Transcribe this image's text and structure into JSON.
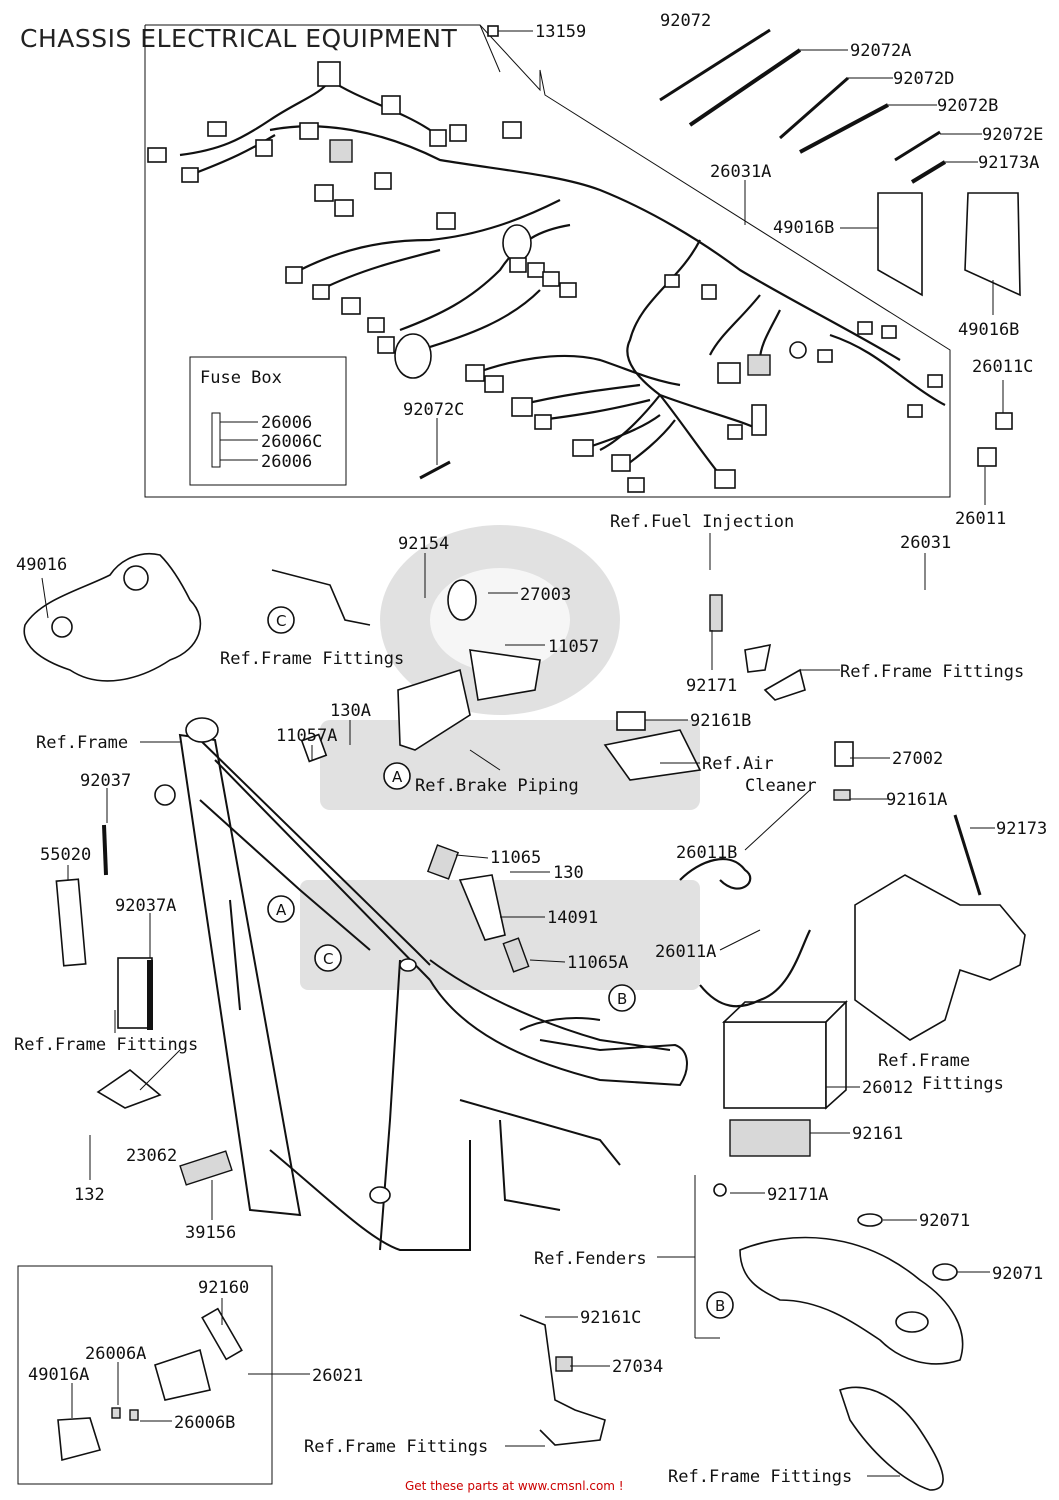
{
  "title": "CHASSIS ELECTRICAL EQUIPMENT",
  "footer": "Get these parts at www.cmsnl.com !",
  "fuse_box": {
    "heading": "Fuse Box",
    "items": [
      "26006",
      "26006C",
      "26006"
    ]
  },
  "circle_refs": [
    "A",
    "A",
    "B",
    "B",
    "C",
    "C"
  ],
  "labels": {
    "l13159": "13159",
    "l92072": "92072",
    "l92072A": "92072A",
    "l92072D": "92072D",
    "l92072B": "92072B",
    "l92072E": "92072E",
    "l92173A": "92173A",
    "l26031A": "26031A",
    "l49016B_1": "49016B",
    "l49016B_2": "49016B",
    "l26011C": "26011C",
    "l26011": "26011",
    "l92072C": "92072C",
    "l49016": "49016",
    "l92154": "92154",
    "l27003": "27003",
    "l11057": "11057",
    "lRefFuel": "Ref.Fuel Injection",
    "l26031": "26031",
    "lRefFrameFit1": "Ref.Frame Fittings",
    "l92171": "92171",
    "lRefFrameFit2": "Ref.Frame Fittings",
    "l130A": "130A",
    "l11057A": "11057A",
    "lRefFrame": "Ref.Frame",
    "l92161B": "92161B",
    "lRefAir1": "Ref.Air",
    "lRefAir2": "Cleaner",
    "l27002": "27002",
    "lRefBrake": "Ref.Brake Piping",
    "l92037": "92037",
    "l92161A": "92161A",
    "l92173": "92173",
    "l55020": "55020",
    "l11065": "11065",
    "l26011B": "26011B",
    "l130": "130",
    "l92037A": "92037A",
    "l14091": "14091",
    "l26011A": "26011A",
    "l11065A": "11065A",
    "lRefFrameFit3": "Ref.Frame Fittings",
    "lRefFrameFit4a": "Ref.Frame",
    "lRefFrameFit4b": "Fittings",
    "l26012": "26012",
    "l23062": "23062",
    "l92161": "92161",
    "l132": "132",
    "l92171A": "92171A",
    "l39156": "39156",
    "l92071_1": "92071",
    "lRefFenders": "Ref.Fenders",
    "l92071_2": "92071",
    "l92160": "92160",
    "l92161C": "92161C",
    "l26006A": "26006A",
    "l26021": "26021",
    "l49016A": "49016A",
    "l27034": "27034",
    "l26006B": "26006B",
    "lRefFrameFit5": "Ref.Frame Fittings",
    "lRefFrameFit6": "Ref.Frame Fittings"
  }
}
